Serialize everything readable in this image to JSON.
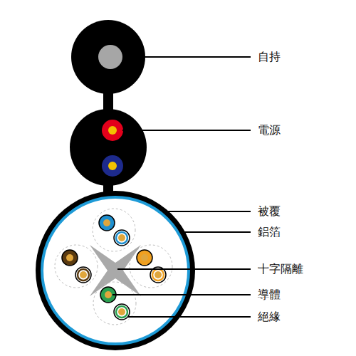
{
  "diagram": {
    "labels": [
      "自持",
      "電源",
      "被覆",
      "鋁箔",
      "十字隔離",
      "導體",
      "絕緣"
    ]
  }
}
